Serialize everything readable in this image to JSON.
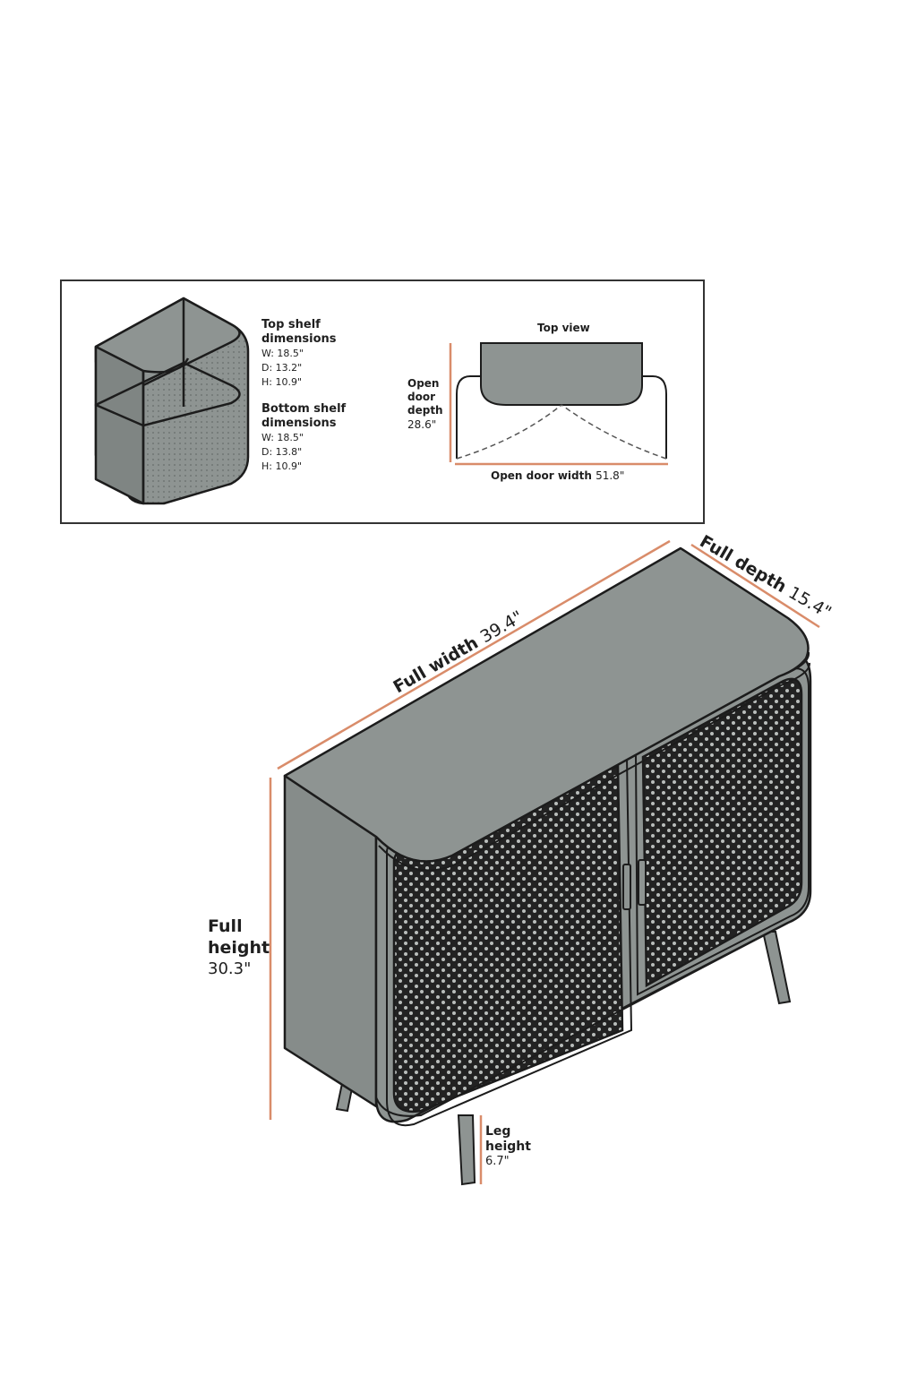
{
  "colors": {
    "body": "#8e9492",
    "body_dark": "#7f8583",
    "outline": "#1c1c1c",
    "mesh_bg": "#222222",
    "mesh_dot": "#b9bdbb",
    "dim_line": "#d98c6a",
    "inset_border": "#333333"
  },
  "inset": {
    "top_shelf_title_1": "Top shelf",
    "top_shelf_title_2": "dimensions",
    "top_shelf_w": "W: 18.5\"",
    "top_shelf_d": "D: 13.2\"",
    "top_shelf_h": "H: 10.9\"",
    "bottom_shelf_title_1": "Bottom shelf",
    "bottom_shelf_title_2": "dimensions",
    "bottom_shelf_w": "W: 18.5\"",
    "bottom_shelf_d": "D: 13.8\"",
    "bottom_shelf_h": "H: 10.9\"",
    "top_view": "Top view",
    "open_door_depth_1": "Open",
    "open_door_depth_2": "door",
    "open_door_depth_3": "depth",
    "open_door_depth_value": "28.6\"",
    "open_door_width_label": "Open door width",
    "open_door_width_value": "51.8\""
  },
  "main": {
    "full_width_label": "Full width",
    "full_width_value": "39.4\"",
    "full_depth_label": "Full depth",
    "full_depth_value": "15.4\"",
    "full_height_1": "Full",
    "full_height_2": "height",
    "full_height_value": "30.3\"",
    "leg_height_1": "Leg",
    "leg_height_2": "height",
    "leg_height_value": "6.7\""
  }
}
